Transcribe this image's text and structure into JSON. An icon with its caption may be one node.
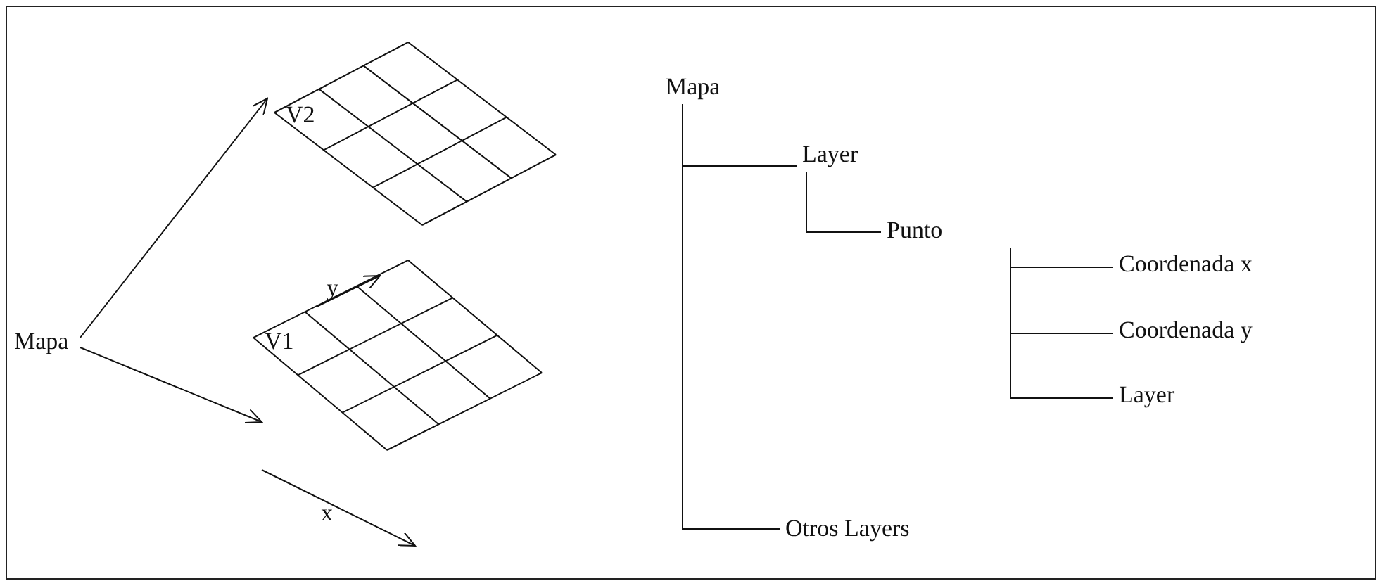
{
  "diagram": {
    "nodes": [
      {
        "text": [
          "Mapa"
        ]
      },
      {
        "text": [
          "V2"
        ]
      },
      {
        "text": [
          "V1"
        ]
      },
      {
        "text": [
          "Mapa"
        ]
      },
      {
        "text": [
          "Layer"
        ]
      },
      {
        "text": [
          "Punto"
        ]
      },
      {
        "text": [
          "Coordenada x"
        ]
      },
      {
        "text": [
          "Coordenada y"
        ]
      },
      {
        "text": [
          "Layer"
        ]
      },
      {
        "text": [
          "Otros Layers"
        ]
      }
    ],
    "edges": [
      {
        "from": 0,
        "to": 1,
        "arrow": "to"
      },
      {
        "from": 0,
        "to": 2,
        "arrow": "to"
      },
      {
        "from": 3,
        "to": 4,
        "arrow": "none"
      },
      {
        "from": 4,
        "to": 5,
        "arrow": "none"
      },
      {
        "from": 5,
        "to": 6,
        "arrow": "none"
      },
      {
        "from": 5,
        "to": 7,
        "arrow": "none"
      },
      {
        "from": 5,
        "to": 8,
        "arrow": "none"
      },
      {
        "from": 3,
        "to": 9,
        "arrow": "none"
      }
    ],
    "labels": [
      "y",
      "x"
    ]
  }
}
